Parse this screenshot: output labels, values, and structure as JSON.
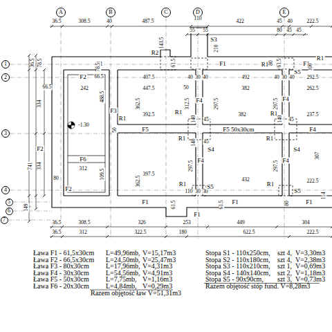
{
  "diagram": {
    "nodes": [
      {
        "text": [
          "A"
        ]
      },
      {
        "text": [
          "B"
        ]
      },
      {
        "text": [
          "C"
        ]
      },
      {
        "text": [
          "D"
        ]
      },
      {
        "text": [
          "E"
        ]
      },
      {
        "text": [
          "1"
        ]
      },
      {
        "text": [
          "2"
        ]
      },
      {
        "text": [
          "3"
        ]
      },
      {
        "text": [
          "4"
        ]
      },
      {
        "text": [
          "5"
        ]
      },
      {
        "text": [
          "6"
        ]
      },
      {
        "text": [
          "7"
        ]
      }
    ],
    "labels": [
      "36.5",
      "308.5",
      "40",
      "487.5",
      "110",
      "422",
      "45",
      "40",
      "222.5",
      "55",
      "55",
      "80",
      "45",
      "45",
      "143.5",
      "S3",
      "210",
      "R2",
      "R1",
      "S5",
      "R1",
      "F1",
      "F1",
      "F1",
      "36.5",
      "78.5",
      "78.5",
      "66.5",
      "F2",
      "66.5",
      "407.5",
      "40",
      "30",
      "40",
      "492",
      "40",
      "30",
      "40",
      "292.5",
      "242",
      "447.5",
      "50",
      "382",
      "262.5",
      "334",
      "741",
      "334",
      "F2",
      "F3",
      "488.5",
      "R1",
      "50",
      "362.5",
      "312.5",
      "F4",
      "297.5",
      "R1",
      "392.5",
      "382",
      "F4",
      "297.5",
      "R1",
      "237.5",
      "-1.30",
      "F5",
      "F5 50x30cm",
      "F4",
      "140",
      "140",
      "45",
      "45",
      "140",
      "45",
      "S4",
      "S4",
      "R1",
      "R1",
      "F6",
      "312",
      "109.5",
      "80",
      "362.5",
      "397.5",
      "297.5",
      "F4",
      "432",
      "297.5",
      "F4",
      "307",
      "222.5",
      "110",
      "30",
      "30",
      "R1",
      "S5",
      "R1",
      "S5",
      "F2",
      "F1",
      "F1",
      "F1",
      "F1",
      "114",
      "61.5",
      "80",
      "61.5",
      "100",
      "61.5",
      "80",
      "61.5",
      "149",
      "36.5",
      "308.5",
      "326",
      "253",
      "449",
      "304",
      "36.5",
      "312",
      "322.5",
      "180",
      "622.5",
      "222.5",
      "Ława F1 - 61,5x30cm",
      "L=49,96mb,",
      "V=15,17m3",
      "Ława F2 - 66,5x30cm",
      "L=24,50mb,",
      "V=25,47m3",
      "Ława F3 - 80x30cm",
      "L=17,96mb,",
      "V=4,31m3",
      "Ława F4 - 30x30cm",
      "L=54,56mb,",
      "V=4,91m3",
      "Ława F5 - 50x30cm",
      "L=7,75mb,",
      "V=1,16m3",
      "Ława F6 - 20x30cm",
      "L=4,84mb,",
      "V=0,29m3",
      "Razem objętość ław V=51,31m3",
      "Stopa S1 - 110x250cm,",
      "szt 4,",
      "V=3,30m3",
      "Stopa S2 - 110x180cm,",
      "szt 4,",
      "V=2,38m3",
      "Stopa S3 - 110x210cm,",
      "szt 1,",
      "V=0,69m3",
      "Stopa S4 - 140x140cm,",
      "szt 2,",
      "V=1,18m3",
      "Stopa S5 - 90x90cm,",
      "szt 3,",
      "V=0,73m3",
      "Razem objętość stóp fund. V=8,28m3"
    ]
  }
}
